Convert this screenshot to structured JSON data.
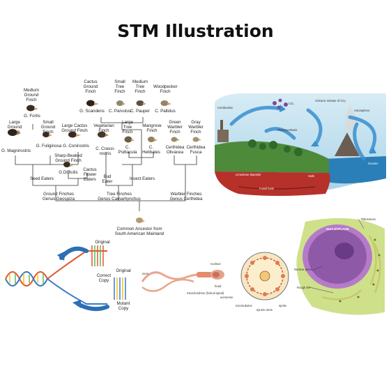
{
  "title": "STM Illustration",
  "finch_tree": {
    "finches": [
      {
        "label": "Medium\nGround\nFinch",
        "species": "G. Fortis"
      },
      {
        "label": "Large\nGround\nFinch",
        "species": "G. Magnirostris"
      },
      {
        "label": "Small\nGround\nFinch",
        "species": "G. Fuliginosa"
      },
      {
        "label": "Large Cactus\nGround Finch",
        "species": "G. Conirostris"
      },
      {
        "label": "Sharp-Beaked\nGround Finch",
        "species": "G.Difficilis"
      },
      {
        "label": "Cactus\nGround\nFinch",
        "species": "G. Scandens"
      },
      {
        "label": "Vegetarian\nFinch",
        "species": "C. Crassi-\nrostris"
      },
      {
        "label": "Small\nTree\nFinch",
        "species": "C. Parvulus"
      },
      {
        "label": "Medium\nTree\nFinch",
        "species": "C. Pauper"
      },
      {
        "label": "Woodpecker\nFinch",
        "species": "C. Pallidus"
      },
      {
        "label": "Large\nTree\nFinch",
        "species": "C.\nPsittacula"
      },
      {
        "label": "Mangrove\nFinch",
        "species": "C.\nHelibates"
      },
      {
        "label": "Green\nWarbler\nFinch",
        "species": "Certhidea\nOlivacea"
      },
      {
        "label": "Gray\nWarbler\nFinch",
        "species": "Certhidea\nFusca"
      }
    ],
    "cactus_flower": "Cactus\nFlower\nEaters",
    "seed_eaters": "Seed Eaters",
    "bud_eater": "Bud\nEater",
    "insect_eaters": "Insect Eaters",
    "ground_finches": "Ground Finches\nGenus Geospiza",
    "tree_finches": "Tree Finches\nGenus Camarhynchus",
    "warbler_finches": "Warbler Finches\nGenus Certhidea",
    "common_ancestor": "Common Ancestor from\nSouth American Mainland"
  },
  "carbon_cycle": {
    "labels": [
      "Combustion",
      "Volcanic release of CO₂",
      "Atmosphere",
      "CO₂",
      "Photosynthesis",
      "Soils",
      "Oceans",
      "Limestone deposits",
      "Fossil fuels"
    ],
    "colors": {
      "sky": "#bfe0ef",
      "ocean": "#2a7fb8",
      "soil": "#b5312a",
      "arrow": "#3a8fd0",
      "land": "#4d8a3a"
    }
  },
  "dna": {
    "original_top": "Original",
    "correct_copy": "Correct\nCopy",
    "original_bottom": "Original",
    "mutant_copy": "Mutant\nCopy",
    "colors": {
      "arrow": "#2c6fb5"
    }
  },
  "sperm": {
    "labels": [
      "axon",
      "mitochondrion (helical spiral)",
      "head",
      "acrosome",
      "nucleus"
    ]
  },
  "axoneme": {
    "labels": [
      "microtubules",
      "dynein arms",
      "spoke"
    ]
  },
  "cell": {
    "labels": [
      "NUCLEOPLASM",
      "Ribosomes",
      "Nuclear pores",
      "Rough ER"
    ],
    "colors": {
      "nucleus": "#8e5aa8",
      "cytoplasm": "#cfe08a"
    }
  }
}
